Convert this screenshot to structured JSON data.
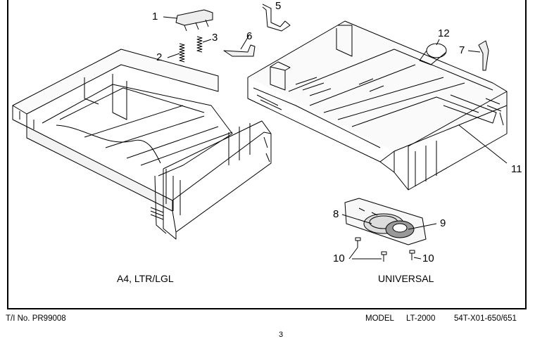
{
  "diagram": {
    "callouts": [
      "1",
      "2",
      "3",
      "5",
      "6",
      "12",
      "7",
      "11",
      "8",
      "9",
      "10",
      "10"
    ],
    "captions": {
      "left": "A4, LTR/LGL",
      "right": "UNIVERSAL"
    }
  },
  "footer": {
    "ti_number": "T/I No. PR99008",
    "model_label": "MODEL",
    "model_value": "LT-2000",
    "part_code": "54T-X01-650/651"
  },
  "page_mark": "3"
}
